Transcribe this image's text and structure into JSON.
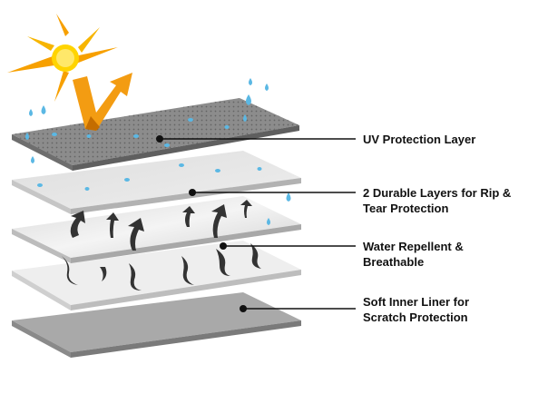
{
  "labels": {
    "uv": {
      "line1": "UV Protection Layer"
    },
    "durable": {
      "line1": "2 Durable Layers for Rip &",
      "line2": "Tear Protection"
    },
    "water": {
      "line1": "Water Repellent &",
      "line2": "Breathable"
    },
    "liner": {
      "line1": "Soft Inner Liner for",
      "line2": "Scratch Protection"
    }
  },
  "colors": {
    "uv_layer": "#8c8c8c",
    "durable_layer": "#e4e4e4",
    "water_layer": "#dcdcdc",
    "upper_liner": "#eeeeee",
    "inner_liner": "#a9a9a9",
    "sun": "#f7b500",
    "arrow_orange": "#f39c12",
    "water_drop": "#5bb8e4",
    "leader_line": "#111111"
  },
  "icons": [
    "sun-icon",
    "reflect-arrow-icon",
    "water-drop-icon",
    "vapor-arrow-icon"
  ]
}
